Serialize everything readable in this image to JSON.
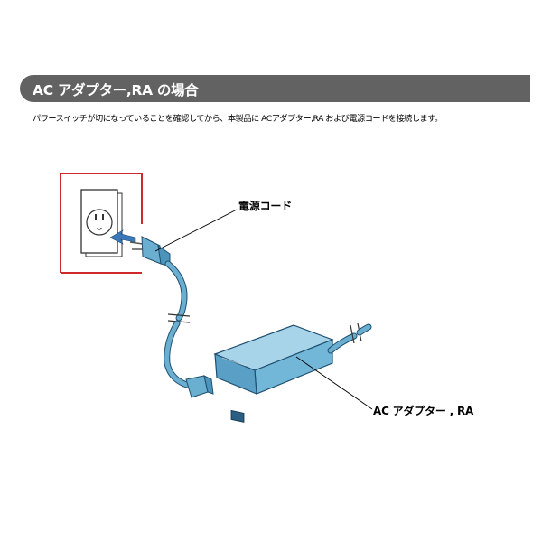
{
  "header": {
    "title": "AC アダプター,RA の場合"
  },
  "intro_text": "パワースイッチが切になっていることを確認してから、本製品に ACアダプター,RA および電源コードを接続します。",
  "callouts": {
    "power_cord": "電源コード",
    "ac_adapter": "AC アダプター , RA"
  },
  "colors": {
    "header_bg": "#626262",
    "cable_blue": "#6aaed0",
    "adapter_body": "#72b6d8",
    "outlet_frame": "#cc2a2a",
    "arrow": "#3b78b8"
  }
}
